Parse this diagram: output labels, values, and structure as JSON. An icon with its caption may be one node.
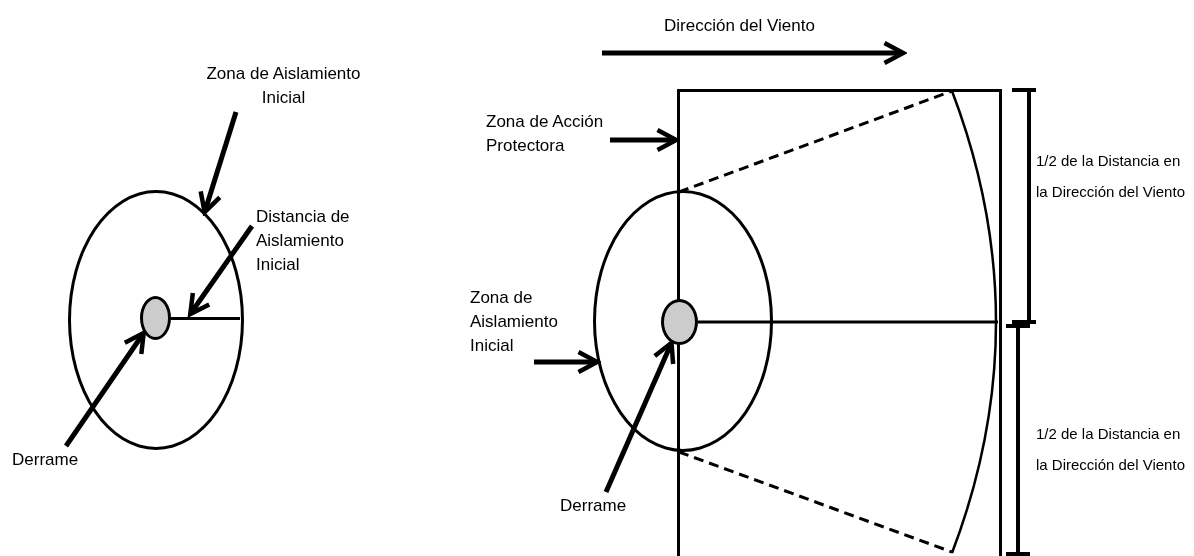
{
  "diagram": {
    "nodes": [
      {
        "text": [
          "Zona de Aislamiento Inicial"
        ]
      },
      {
        "text": [],
        "shape": "circle"
      },
      {
        "text": [
          "Distancia de Aislamiento Inicial"
        ]
      },
      {
        "text": [],
        "shape": "line",
        "in": 1
      },
      {
        "text": [
          "Derrame"
        ]
      },
      {
        "text": [],
        "shape": "circle",
        "in": 1
      },
      {
        "text": [
          "Zona de Acción Protectora"
        ]
      },
      {
        "text": [],
        "shape": "box"
      },
      {
        "text": [
          "Zona de Aislamiento Inicial"
        ]
      },
      {
        "text": [],
        "shape": "circle"
      },
      {
        "text": [
          "Derrame"
        ]
      },
      {
        "text": [],
        "shape": "circle",
        "in": 9
      }
    ],
    "edges": [
      {
        "from": 0,
        "to": 1,
        "arrow": "to"
      },
      {
        "from": 2,
        "to": 3,
        "arrow": "to"
      },
      {
        "from": 4,
        "to": 5,
        "arrow": "to"
      },
      {
        "from": 6,
        "to": 7,
        "arrow": "to"
      },
      {
        "from": 8,
        "to": 9,
        "arrow": "to"
      },
      {
        "from": 10,
        "to": 11,
        "arrow": "to"
      }
    ],
    "labels": [
      "Dirección del Viento",
      "1/2 de la Distancia en la Dirección del Viento",
      "1/2 de la Distancia en la Dirección del Viento"
    ]
  }
}
